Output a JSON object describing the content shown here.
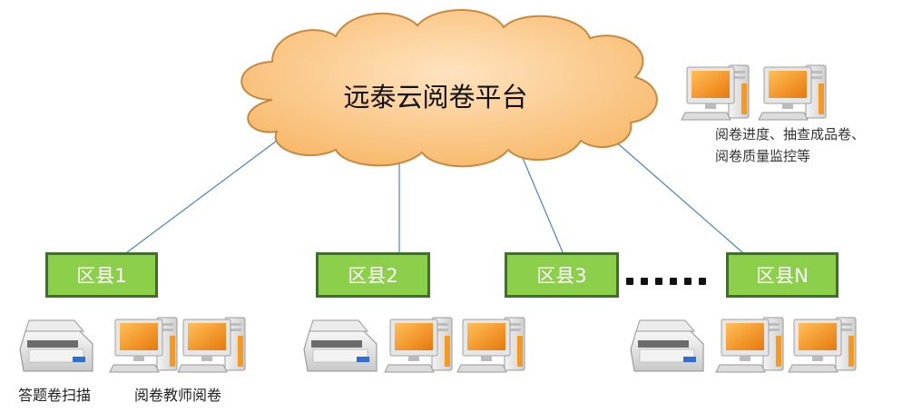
{
  "platform": {
    "name": "远泰云阅卷平台",
    "cloud_fill": "#fbc88a",
    "cloud_stroke": "#c9893d"
  },
  "districts": [
    {
      "label": "区县1"
    },
    {
      "label": "区县2"
    },
    {
      "label": "区县3"
    },
    {
      "label": "区县N"
    }
  ],
  "ellipsis": "......",
  "monitor_note": {
    "line1": "阅卷进度、抽查成品卷、",
    "line2": "阅卷质量监控等"
  },
  "captions": {
    "scanner": "答题卷扫描",
    "teacher": "阅卷教师阅卷"
  },
  "colors": {
    "district_fill": "#8ccf4a",
    "district_border": "#3f6f2a",
    "connector": "#4f81bd",
    "monitor_screen": "#f59a1e",
    "pc_body": "#e8e8e8"
  }
}
